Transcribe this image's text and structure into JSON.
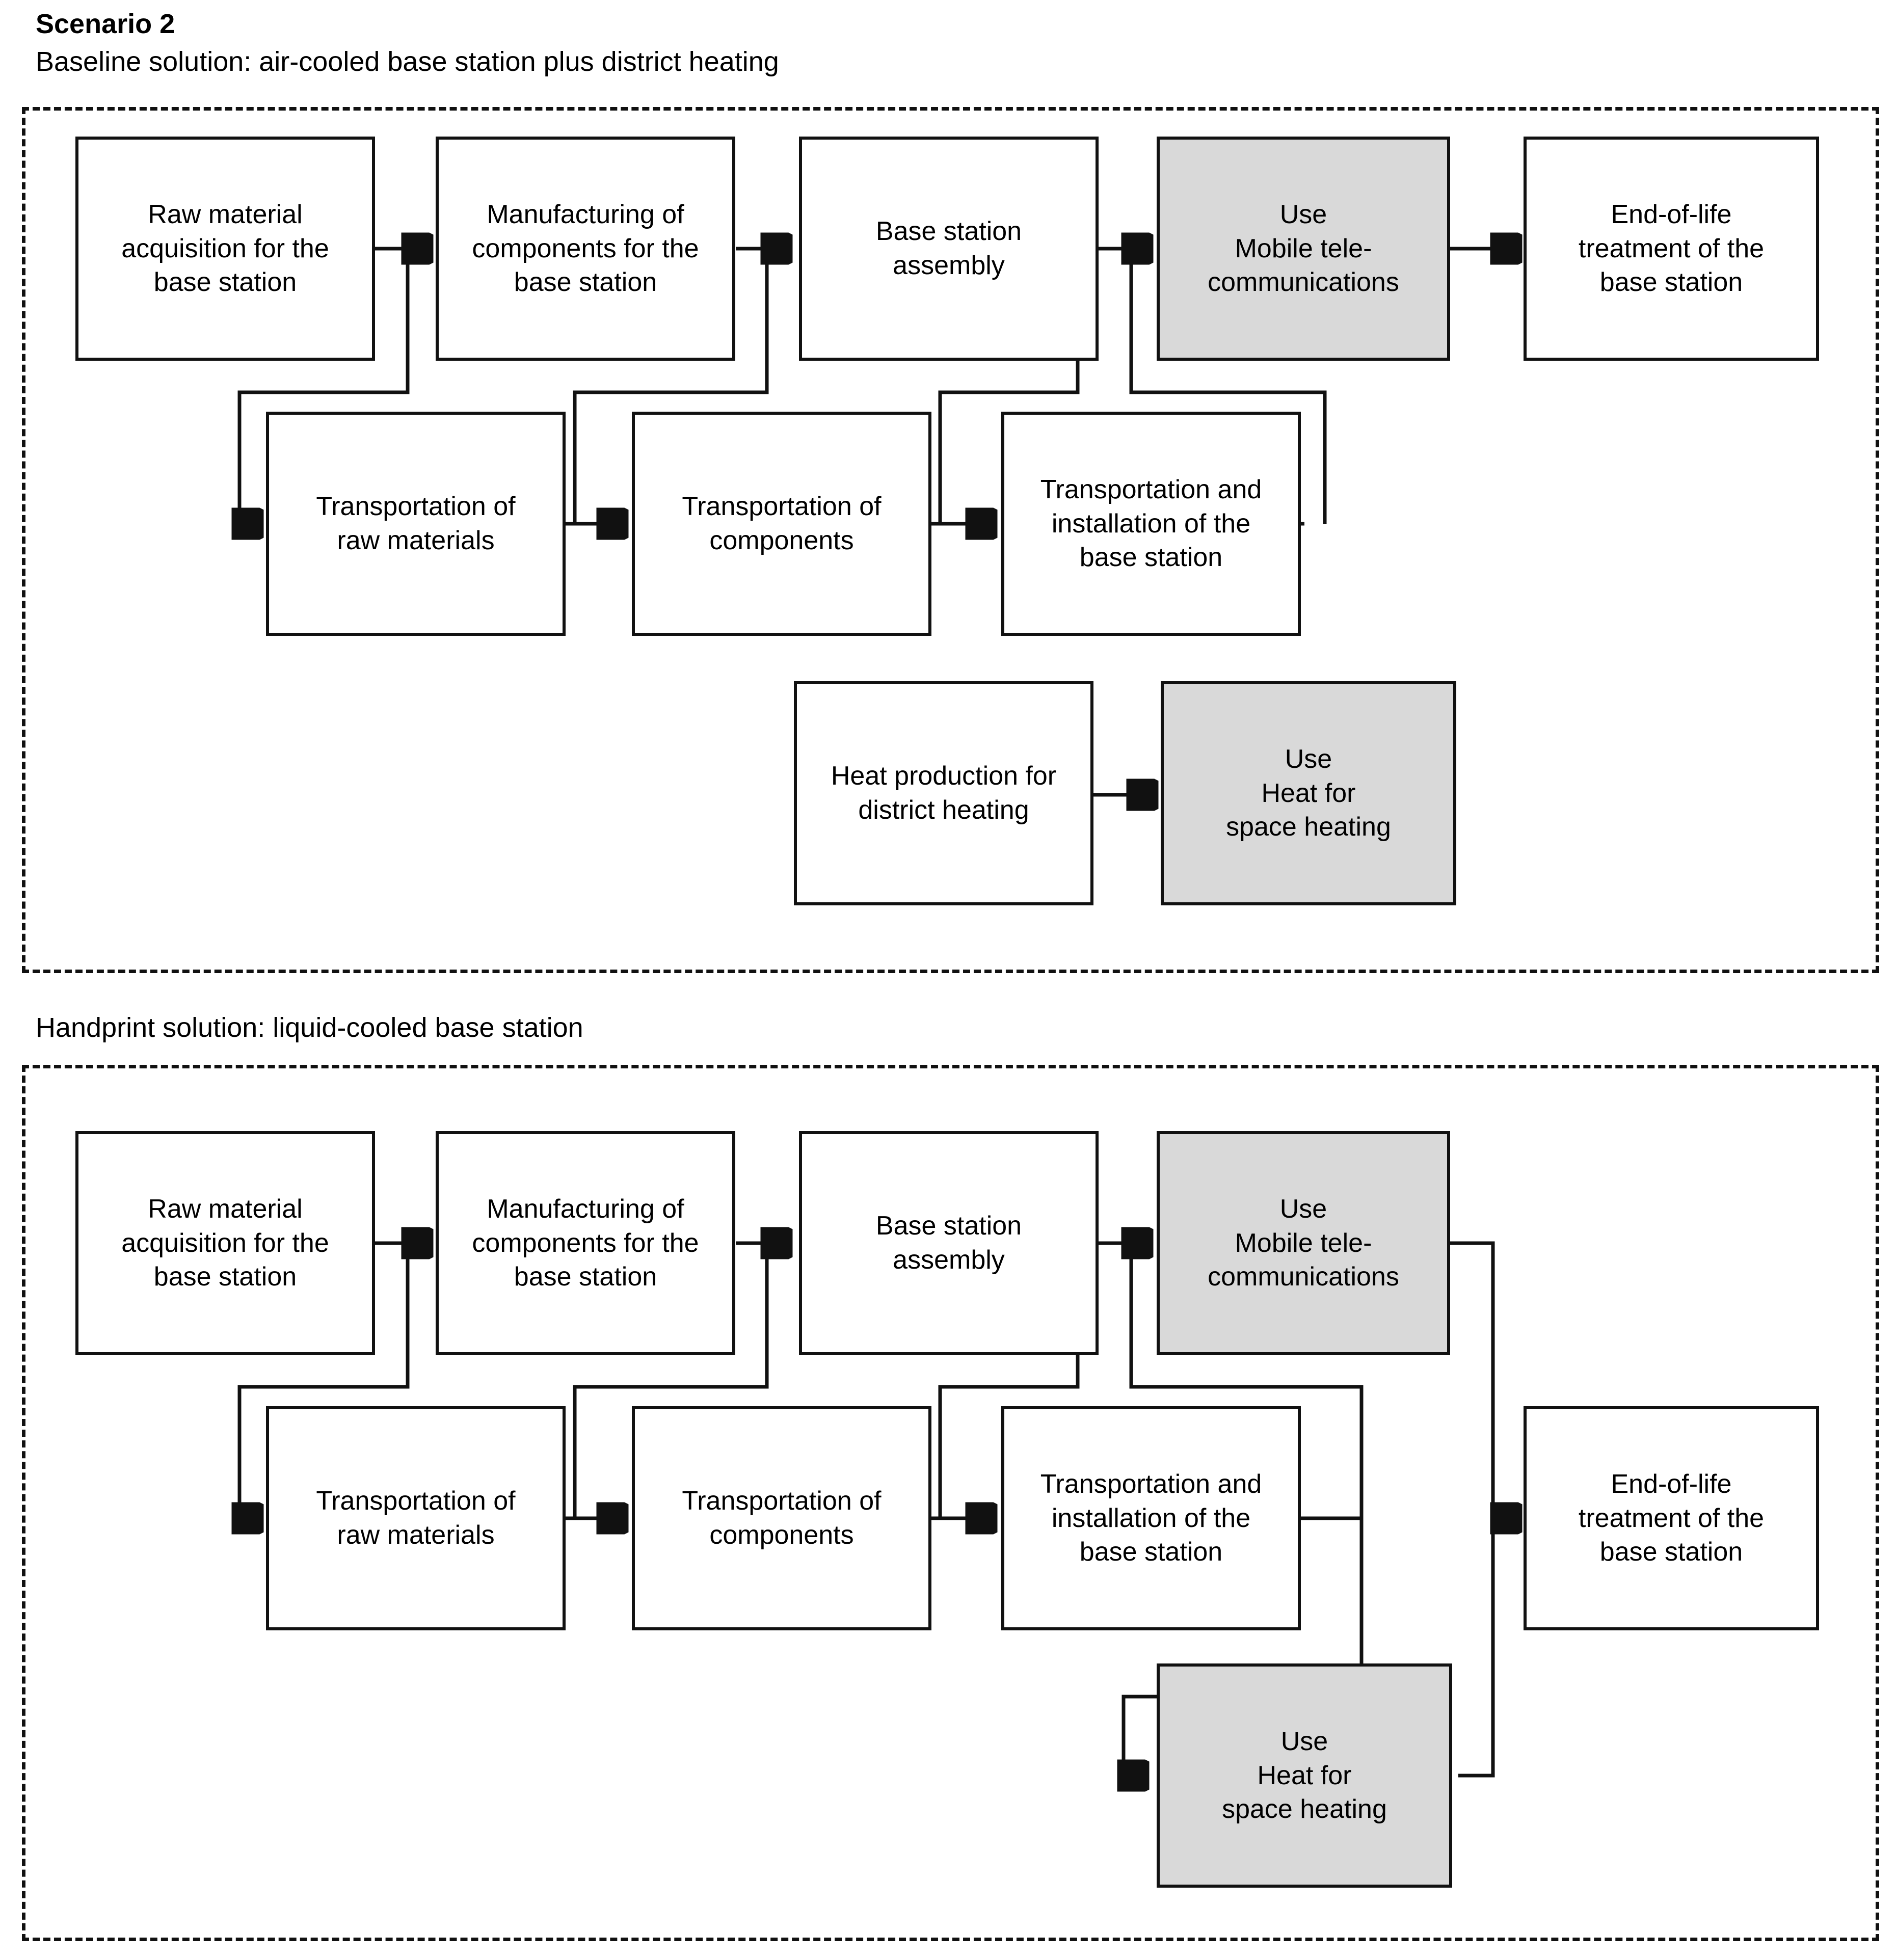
{
  "titles": {
    "scenario": "Scenario 2",
    "baseline_caption": "Baseline solution: air-cooled base station plus district heating",
    "handprint_caption": "Handprint solution: liquid-cooled base station"
  },
  "colors": {
    "shaded_node_fill": "#d9d9d9",
    "node_fill": "#ffffff",
    "stroke": "#111111"
  },
  "baseline_panel": {
    "nodes": {
      "raw_material": "Raw material\nacquisition for the\nbase station",
      "manufacturing": "Manufacturing of\ncomponents for the\nbase station",
      "assembly": "Base station\nassembly",
      "use_mobile": "Use\nMobile tele-\ncommunications",
      "end_of_life": "End-of-life\ntreatment of the\nbase station",
      "transport_raw": "Transportation of\nraw materials",
      "transport_components": "Transportation of\ncomponents",
      "transport_install": "Transportation and\ninstallation of the\nbase station",
      "heat_production": "Heat production for\ndistrict heating",
      "use_heat": "Use\nHeat for\nspace heating"
    },
    "edges": [
      {
        "from": "raw_material",
        "to": "manufacturing"
      },
      {
        "from": "raw_material",
        "to": "transport_raw"
      },
      {
        "from": "manufacturing",
        "to": "assembly"
      },
      {
        "from": "manufacturing",
        "to": "transport_raw"
      },
      {
        "from": "transport_raw",
        "to": "transport_components"
      },
      {
        "from": "assembly",
        "to": "use_mobile"
      },
      {
        "from": "assembly",
        "to": "transport_components"
      },
      {
        "from": "transport_components",
        "to": "transport_install"
      },
      {
        "from": "use_mobile",
        "to": "transport_install"
      },
      {
        "from": "use_mobile",
        "to": "end_of_life"
      },
      {
        "from": "heat_production",
        "to": "use_heat"
      }
    ]
  },
  "handprint_panel": {
    "nodes": {
      "raw_material": "Raw material\nacquisition for the\nbase station",
      "manufacturing": "Manufacturing of\ncomponents for the\nbase station",
      "assembly": "Base station\nassembly",
      "use_mobile": "Use\nMobile tele-\ncommunications",
      "transport_raw": "Transportation of\nraw materials",
      "transport_components": "Transportation of\ncomponents",
      "transport_install": "Transportation and\ninstallation of the\nbase station",
      "end_of_life": "End-of-life\ntreatment of the\nbase station",
      "use_heat": "Use\nHeat for\nspace heating"
    },
    "edges": [
      {
        "from": "raw_material",
        "to": "manufacturing"
      },
      {
        "from": "raw_material",
        "to": "transport_raw"
      },
      {
        "from": "manufacturing",
        "to": "assembly"
      },
      {
        "from": "manufacturing",
        "to": "transport_raw"
      },
      {
        "from": "transport_raw",
        "to": "transport_components"
      },
      {
        "from": "assembly",
        "to": "use_mobile"
      },
      {
        "from": "assembly",
        "to": "transport_components"
      },
      {
        "from": "transport_components",
        "to": "transport_install"
      },
      {
        "from": "use_mobile",
        "to": "transport_install"
      },
      {
        "from": "use_mobile",
        "to": "use_heat"
      },
      {
        "from": "transport_install",
        "to": "end_of_life"
      },
      {
        "from": "use_heat",
        "to": "end_of_life"
      }
    ]
  }
}
